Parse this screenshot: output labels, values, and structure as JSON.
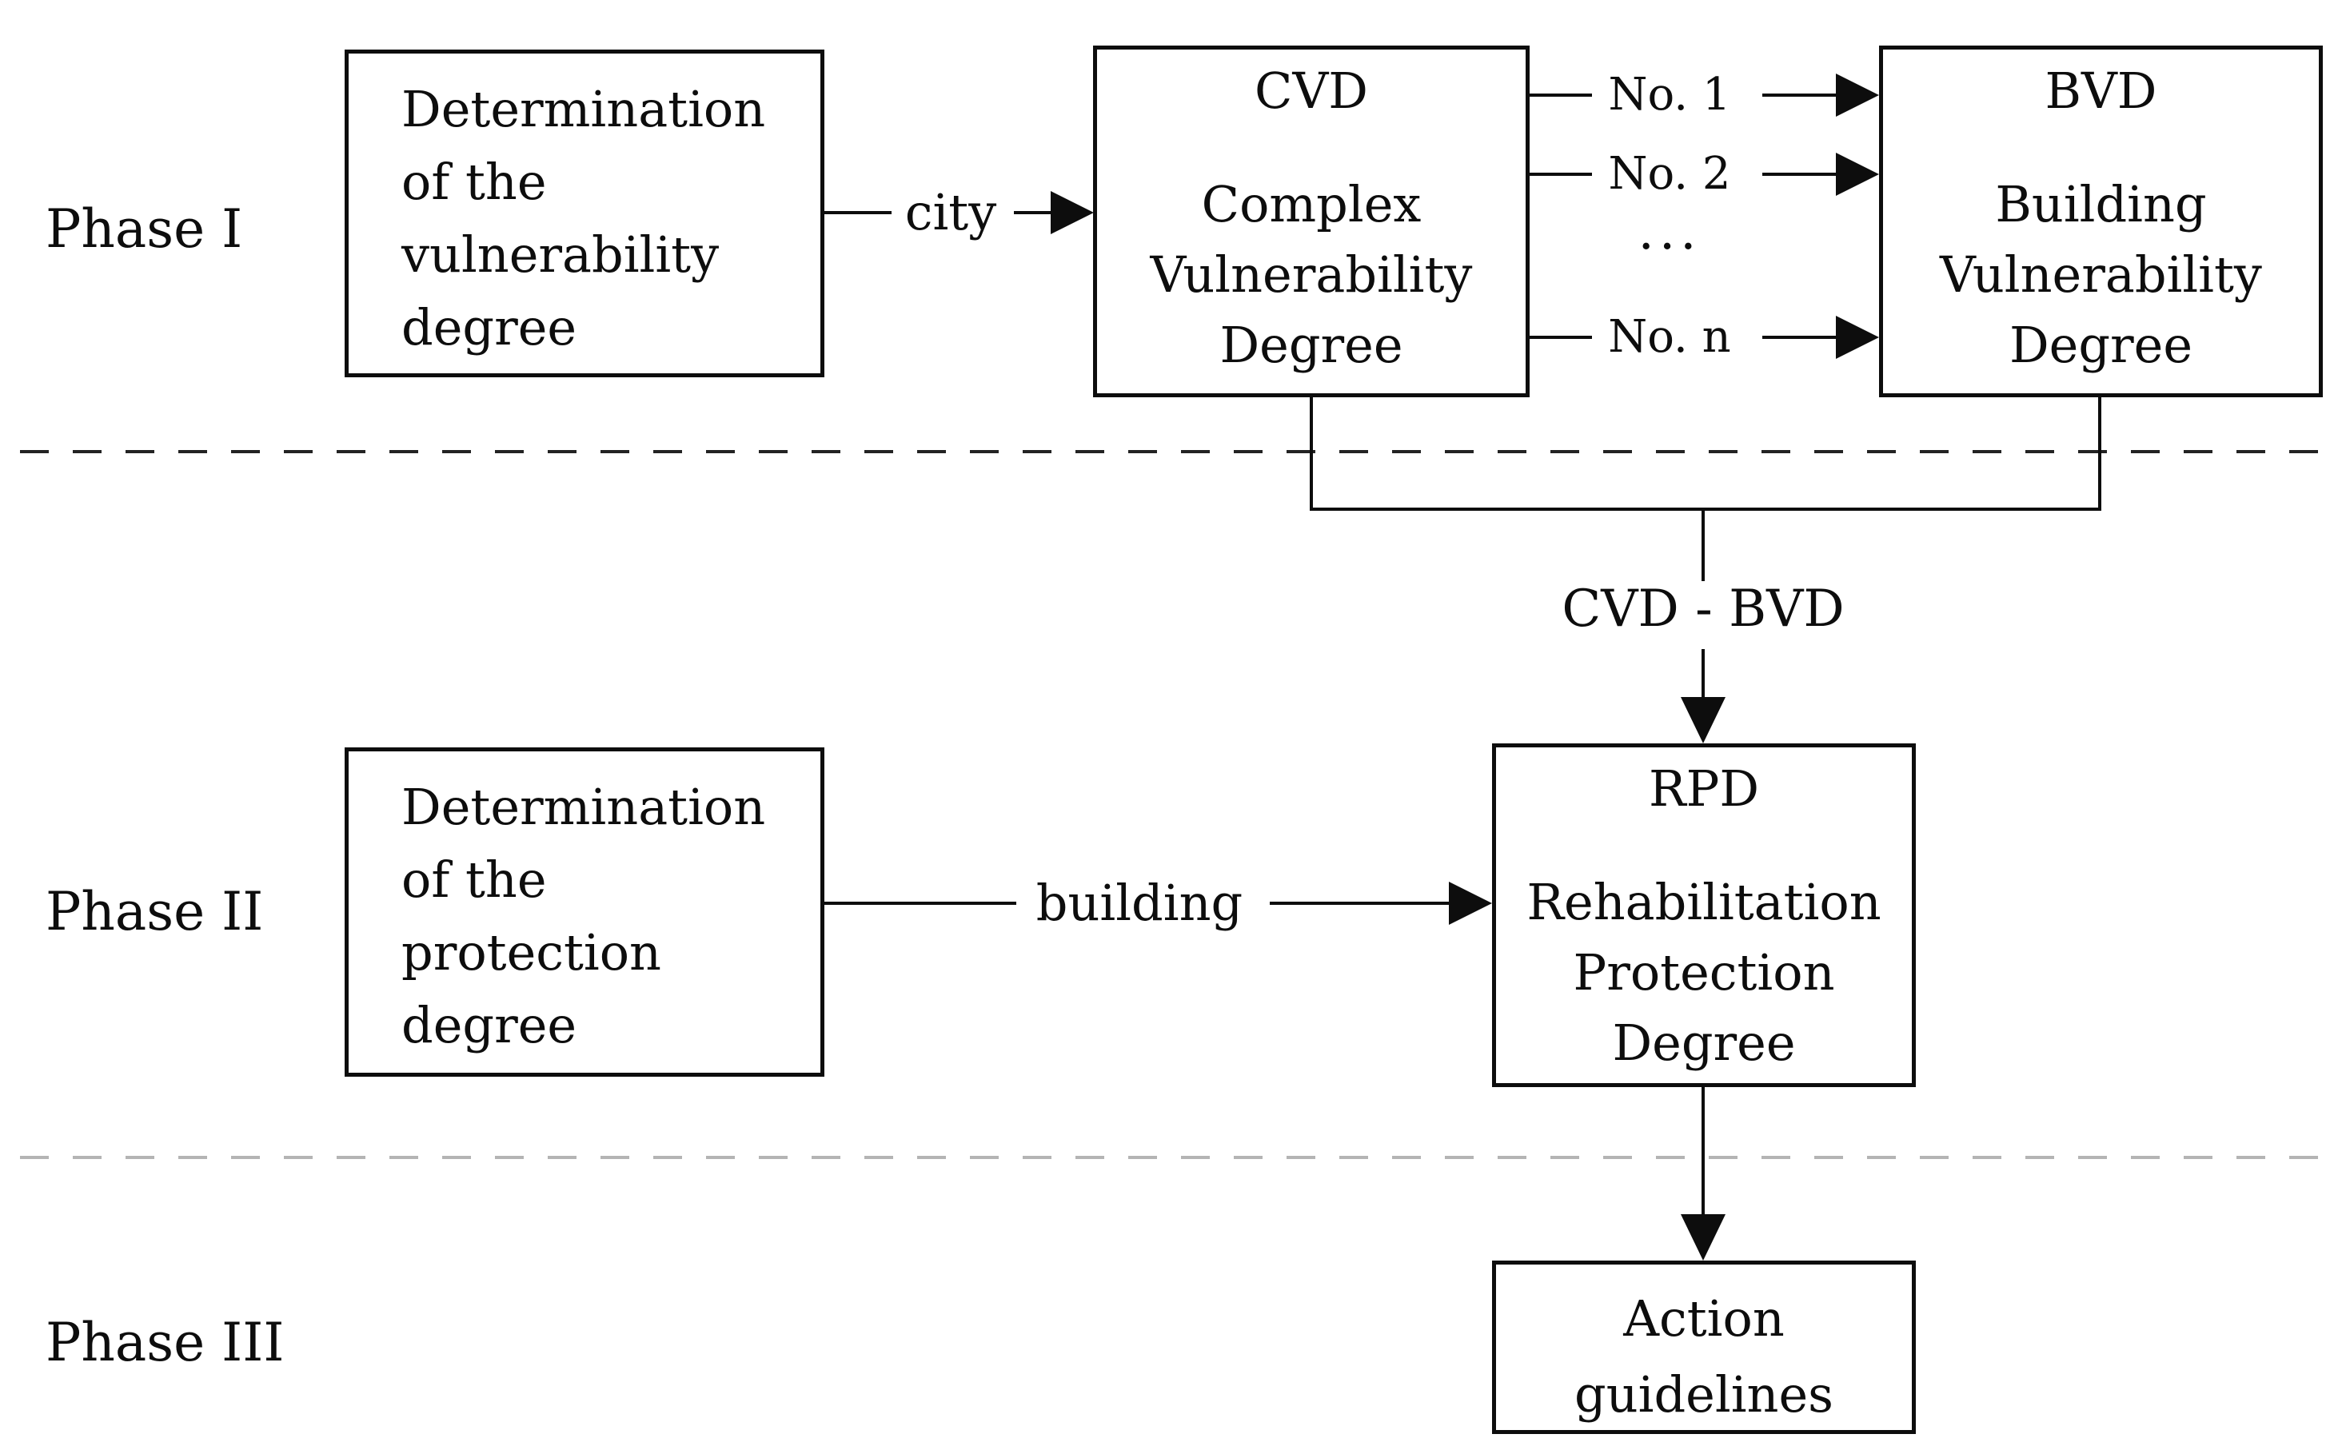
{
  "diagram": {
    "phase_labels": [
      "Phase I",
      "Phase II",
      "Phase III"
    ],
    "boxes": {
      "det_vulnerability": {
        "lines": [
          "Determination",
          "of the",
          "vulnerability",
          "degree"
        ]
      },
      "cvd": {
        "abbr": "CVD",
        "lines": [
          "Complex",
          "Vulnerability",
          "Degree"
        ]
      },
      "bvd": {
        "abbr": "BVD",
        "lines": [
          "Building",
          "Vulnerability",
          "Degree"
        ]
      },
      "det_protection": {
        "lines": [
          "Determination",
          "of the",
          "protection",
          "degree"
        ]
      },
      "rpd": {
        "abbr": "RPD",
        "lines": [
          "Rehabilitation",
          "Protection",
          "Degree"
        ]
      },
      "action": {
        "lines": [
          "Action",
          "guidelines"
        ]
      }
    },
    "edge_labels": {
      "city": "city",
      "building": "building",
      "difference": "CVD - BVD"
    },
    "branch_labels": [
      "No. 1",
      "No. 2",
      "...",
      "No. n"
    ],
    "colors": {
      "stroke": "#0d0d0d",
      "divider_dark": "#232323",
      "divider_light": "#b4b4b4",
      "background": "#ffffff"
    }
  }
}
